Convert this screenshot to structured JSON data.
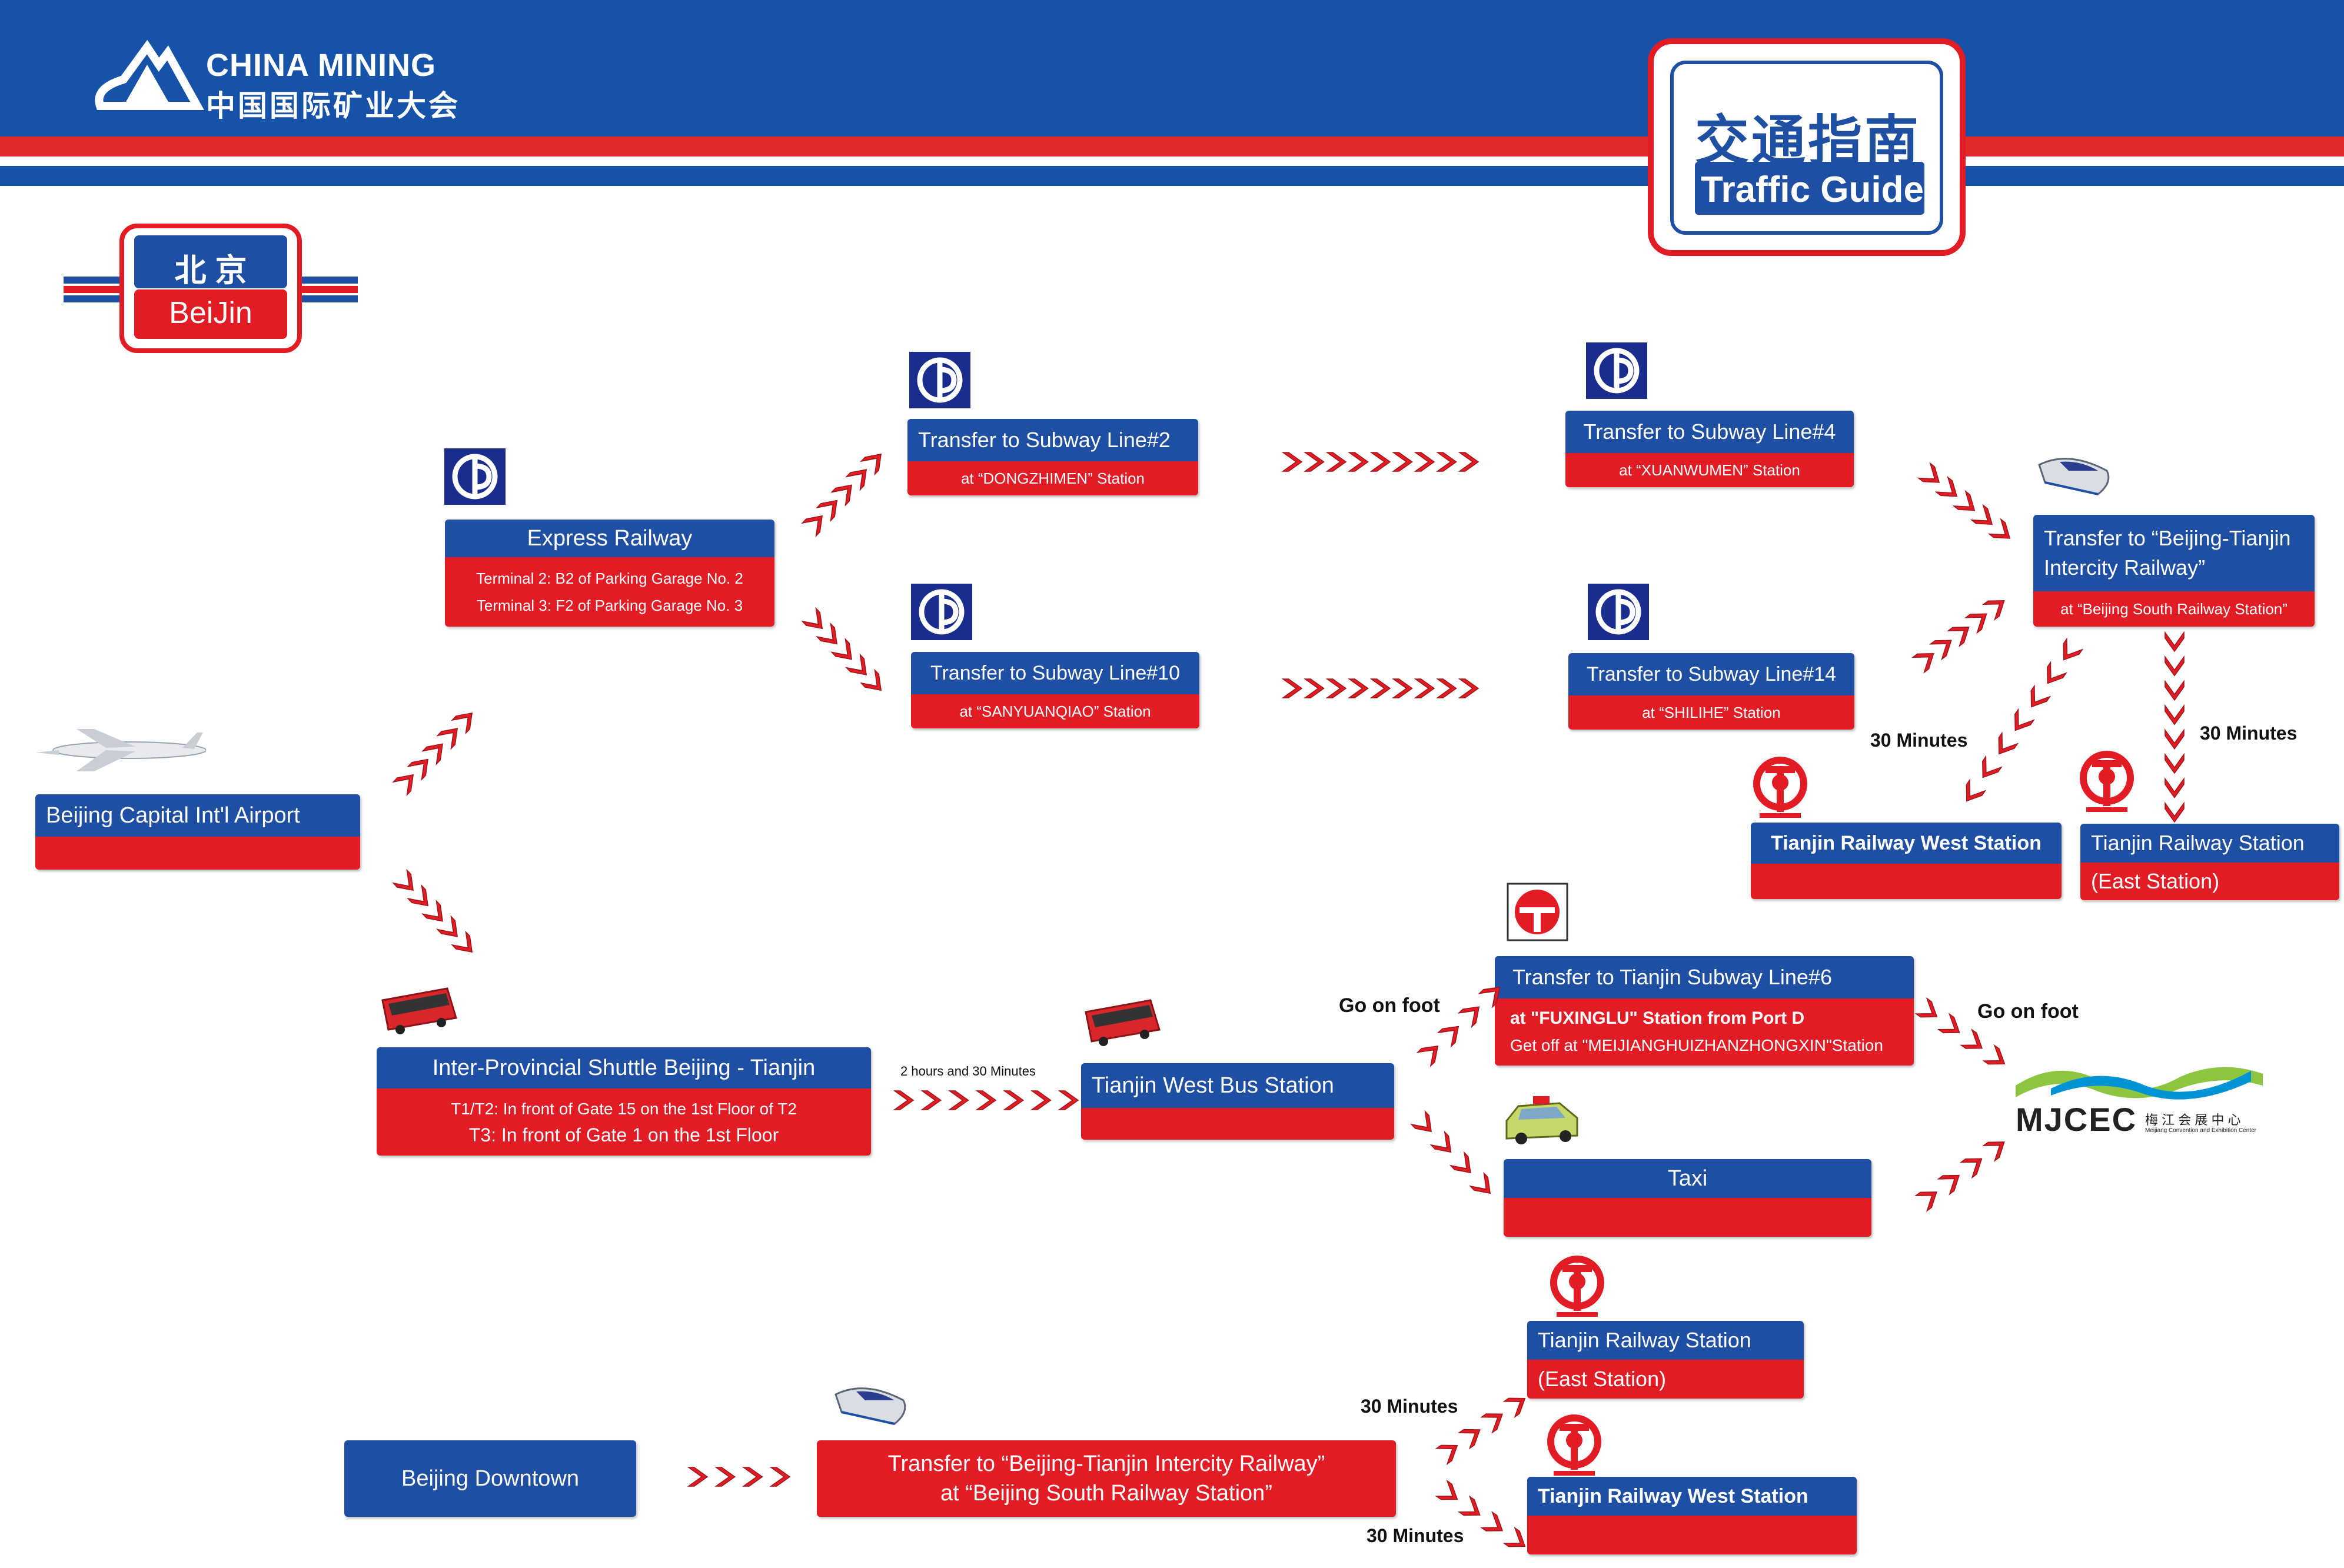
{
  "header": {
    "logo_en": "CHINA MINING",
    "logo_cn": "中国国际矿业大会",
    "guide_cn": "交通指南",
    "guide_en": "Traffic Guide",
    "city_cn": "北  京",
    "city_en": "BeiJin"
  },
  "colors": {
    "blue": "#1f4fa3",
    "red": "#e21c24",
    "band_blue": "#1652a8"
  },
  "nodes": {
    "airport": {
      "label": "Beijing Capital Int'l  Airport"
    },
    "express": {
      "title": "Express Railway",
      "line1": "Terminal 2: B2 of Parking Garage No. 2",
      "line2": "Terminal 3: F2 of Parking Garage No. 3"
    },
    "line2": {
      "title": "Transfer to Subway Line#2",
      "sub": "at “DONGZHIMEN”  Station"
    },
    "line10": {
      "title": "Transfer to Subway Line#10",
      "sub": "at “SANYUANQIAO”  Station"
    },
    "line4": {
      "title": "Transfer to Subway Line#4",
      "sub": "at “XUANWUMEN”  Station"
    },
    "line14": {
      "title": "Transfer to Subway Line#14",
      "sub": "at “SHILIHE”  Station"
    },
    "intercity_top": {
      "title": "Transfer to “Beijing-Tianjin Intercity Railway”",
      "sub": "at “Beijing South Railway Station”"
    },
    "tj_west_top": {
      "title": "Tianjin Railway West Station"
    },
    "tj_east_top": {
      "title": "Tianjin Railway Station",
      "sub": "(East Station)"
    },
    "shuttle": {
      "title": "Inter-Provincial Shuttle Beijing - Tianjin",
      "line1": "T1/T2: In front of Gate 15 on the 1st Floor of T2",
      "line2": "T3: In front of Gate 1 on the 1st Floor"
    },
    "tj_bus": {
      "title": "Tianjin West Bus Station"
    },
    "tj_line6": {
      "title": "Transfer to Tianjin Subway Line#6",
      "line1": "at \"FUXINGLU\" Station from Port D",
      "line2": "Get off at \"MEIJIANGHUIZHANZHONGXIN\"Station"
    },
    "taxi": {
      "title": "Taxi"
    },
    "tj_east_bottom": {
      "title": "Tianjin Railway Station",
      "sub": "(East Station)"
    },
    "tj_west_bottom": {
      "title": "Tianjin Railway West Station"
    },
    "downtown": {
      "label": "Beijing Downtown"
    },
    "intercity_bottom": {
      "line1": "Transfer to  “Beijing-Tianjin Intercity Railway”",
      "line2": "at  “Beijing South Railway Station”"
    }
  },
  "labels": {
    "min30_a": "30 Minutes",
    "min30_b": "30 Minutes",
    "min30_c": "30 Minutes",
    "min30_d": "30 Minutes",
    "bus_time": "2 hours and 30 Minutes",
    "foot1": "Go on foot",
    "foot2": "Go on foot"
  },
  "destination": {
    "logo": "MJCEC",
    "cn": "梅 江 会 展 中 心",
    "en": "Meijiang Convention and Exhibition Center"
  },
  "icons": [
    "airplane-icon",
    "beijing-subway-icon",
    "railway-icon",
    "bus-icon",
    "taxi-icon",
    "tianjin-metro-icon",
    "high-speed-train-icon"
  ]
}
